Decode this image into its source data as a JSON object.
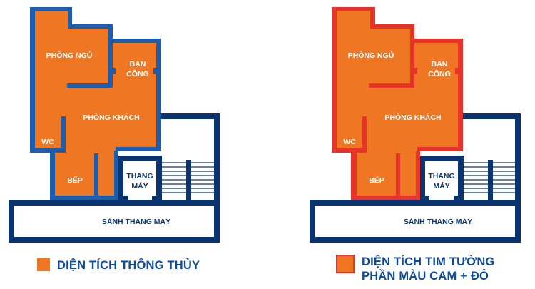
{
  "colors": {
    "interior": "#ef7622",
    "wall_left": "#1b5eb0",
    "wall_right": "#e8332a",
    "corridor_wall": "#0a3470",
    "legend_text": "#0e4a9a",
    "room_label": "#ffffff",
    "corridor_label": "#0a3470"
  },
  "plans": [
    {
      "id": "thong-thuy",
      "rooms": {
        "bedroom": "PHÒNG NGỦ",
        "balcony_line1": "BAN",
        "balcony_line2": "CÔNG",
        "living": "PHÒNG KHÁCH",
        "wc": "WC",
        "kitchen": "BẾP",
        "elevator_line1": "THANG",
        "elevator_line2": "MÁY",
        "lobby": "SẢNH THANG MÁY"
      },
      "legend": {
        "line1": "DIỆN TÍCH THÔNG THỦY",
        "line2": ""
      }
    },
    {
      "id": "tim-tuong",
      "rooms": {
        "bedroom": "PHÒNG NGỦ",
        "balcony_line1": "BAN",
        "balcony_line2": "CÔNG",
        "living": "PHÒNG KHÁCH",
        "wc": "WC",
        "kitchen": "BẾP",
        "elevator_line1": "THANG",
        "elevator_line2": "MÁY",
        "lobby": "SẢNH THANG MÁY"
      },
      "legend": {
        "line1": "DIỆN TÍCH TIM TƯỜNG",
        "line2": "PHẦN MÀU CAM + ĐỎ"
      }
    }
  ]
}
